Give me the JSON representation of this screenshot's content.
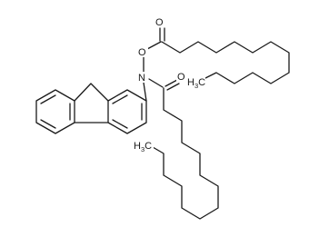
{
  "structure": {
    "atom_labels": {
      "carbonyl_oxygen_top": "O",
      "ester_oxygen": "O",
      "nitrogen": "N",
      "carbonyl_oxygen_amide": "O"
    },
    "terminal_methyls": {
      "ester_chain_end": {
        "main": "H",
        "subscript": "3",
        "tail": "C"
      },
      "amide_chain_end": {
        "main": "H",
        "subscript": "3",
        "tail": "C"
      }
    }
  }
}
